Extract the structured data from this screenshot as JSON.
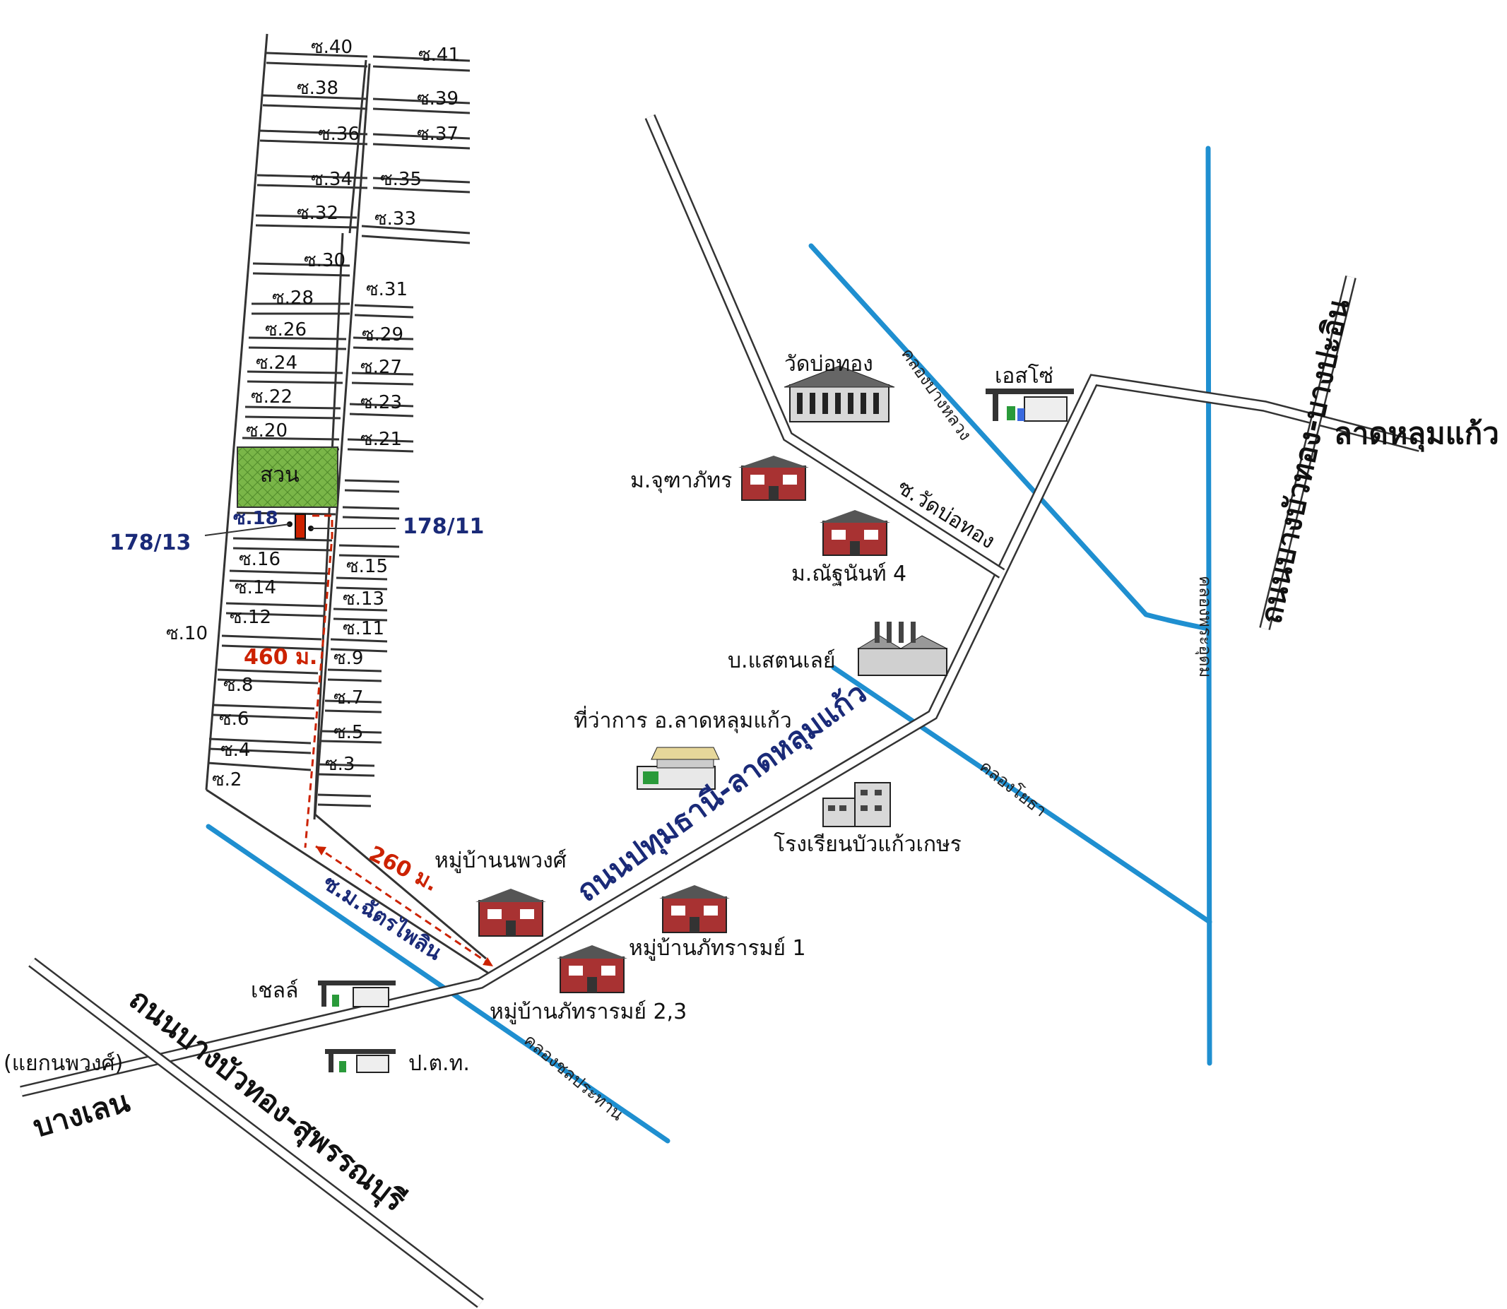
{
  "colors": {
    "water": "#1f8fd0",
    "road_outline": "#333333",
    "park": "#7ab648",
    "marker": "#cc2200",
    "address": "#1a2a78"
  },
  "soi_left": [
    "ซ.40",
    "ซ.38",
    "ซ.36",
    "ซ.34",
    "ซ.32",
    "ซ.30",
    "ซ.28",
    "ซ.26",
    "ซ.24",
    "ซ.22",
    "ซ.20",
    "ซ.18",
    "ซ.16",
    "ซ.14",
    "ซ.12",
    "ซ.10",
    "ซ.8",
    "ซ.6",
    "ซ.4",
    "ซ.2"
  ],
  "soi_right": [
    "ซ.41",
    "ซ.39",
    "ซ.37",
    "ซ.35",
    "ซ.33",
    "ซ.31",
    "ซ.29",
    "ซ.27",
    "ซ.23",
    "ซ.21",
    "ซ.15",
    "ซ.13",
    "ซ.11",
    "ซ.9",
    "ซ.7",
    "ซ.5",
    "ซ.3"
  ],
  "park_label": "สวน",
  "address_left": "178/13",
  "address_right": "178/11",
  "distance_vertical": "460 ม.",
  "distance_diagonal": "260 ม.",
  "roads": {
    "soi_main": "ซ.ม.ฉัตรไพลิน",
    "pathum_lat": "ถนนปทุมธานี-ลาดหลุมแก้ว",
    "bangbuathong_suphan": "ถนนบางบัวทอง-สุพรรณบุรี",
    "bangbuathong_bangpa": "ถนนบางบัวทอง-บางปะอิน",
    "lat_lum_kaeo": "ลาดหลุมแก้ว",
    "soi_wat": "ซ.วัดบ่อทอง",
    "bang_len": "บางเลน",
    "nopphawong_junction": "(แยกนพวงศ์)"
  },
  "canals": {
    "chonprathan": "คลองชลประทาน",
    "bang_luang": "คลองบางหลวง",
    "yotha": "คลองโยธา",
    "phra_udom": "คลองพระอุดม"
  },
  "landmarks": {
    "wat": "วัดบ่อทอง",
    "esso": "เอสโซ่",
    "chuthaphat": "ม.จุฑาภัทร",
    "nanthanan": "ม.ณัฐนันท์ 4",
    "stanley": "บ.แสตนเลย์",
    "district_office": "ที่ว่าการ อ.ลาดหลุมแก้ว",
    "school": "โรงเรียนบัวแก้วเกษร",
    "nopphawong": "หมู่บ้านนพวงศ์",
    "phattharam1": "หมู่บ้านภัทรารมย์ 1",
    "phattharam23": "หมู่บ้านภัทรารมย์ 2,3",
    "shell": "เชลล์",
    "ptt": "ป.ต.ท."
  }
}
